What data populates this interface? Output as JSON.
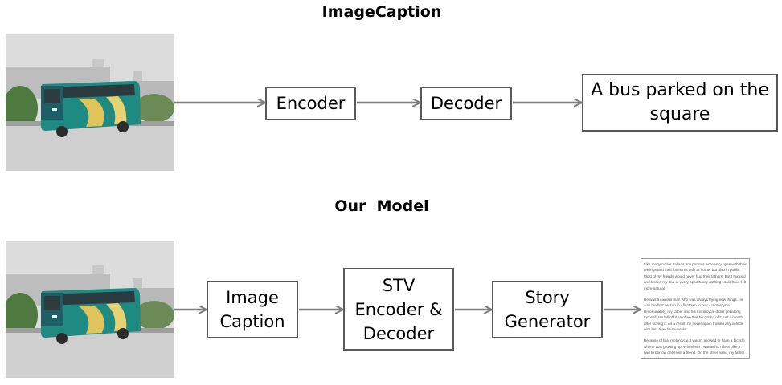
{
  "titles": {
    "top": "ImageCaption",
    "bottom": "Our  Model"
  },
  "top_pipeline": {
    "encoder": "Encoder",
    "decoder": "Decoder",
    "caption": "A bus parked on the\nsquare"
  },
  "bottom_pipeline": {
    "image_caption": "Image\nCaption",
    "stv": "STV\nEncoder &\nDecoder",
    "story_generator": "Story\nGenerator"
  },
  "story_text": {
    "p1": "Like many native Italians, my parents were very open with their feelings and their loves not only at home, but also in public. Most of my friends would never hug their fathers. But I hugged and kissed my dad at every opportunity nothing could have felt more natural.",
    "p2": "He was a curious man who was always trying new things. He was the first person in Allentown to buy a motorcycle. Unfortunately, my father and his motorcycle didn't get along too well. He fell off it so often that he got rid of it just a month after buying it. As a result, he never again trusted any vehicle with less than four wheels.",
    "p3": "Because of that motorcycle, I wasn't allowed to have a bicycle when I was growing up. Whenever I wanted to ride a bike, I had to borrow one from a friend. On the other hand, my father let me drive a car as soon as I turned sixteen."
  },
  "colors": {
    "arrow": "#7f7f7f",
    "box_border": "#595959",
    "bus_body": "#1f8a82",
    "sky": "#dcdcdc",
    "pavement": "#cfcfcf"
  },
  "icons": [
    "bus-photo",
    "story-page"
  ]
}
